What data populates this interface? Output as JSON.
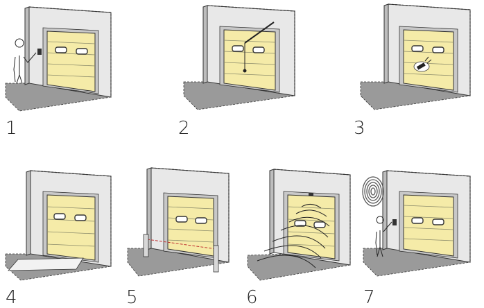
{
  "panels": [
    {
      "label": "1",
      "method": "wall-key-switch"
    },
    {
      "label": "2",
      "method": "pull-cord"
    },
    {
      "label": "3",
      "method": "remote-control"
    },
    {
      "label": "4",
      "method": "induction-loop"
    },
    {
      "label": "5",
      "method": "photocell-barrier"
    },
    {
      "label": "6",
      "method": "radar-motion-sensor"
    },
    {
      "label": "7",
      "method": "fingerprint-reader"
    }
  ],
  "colors": {
    "door": "#f5eba8",
    "wall": "#e8e8e8",
    "floor": "#9a9a9a"
  }
}
